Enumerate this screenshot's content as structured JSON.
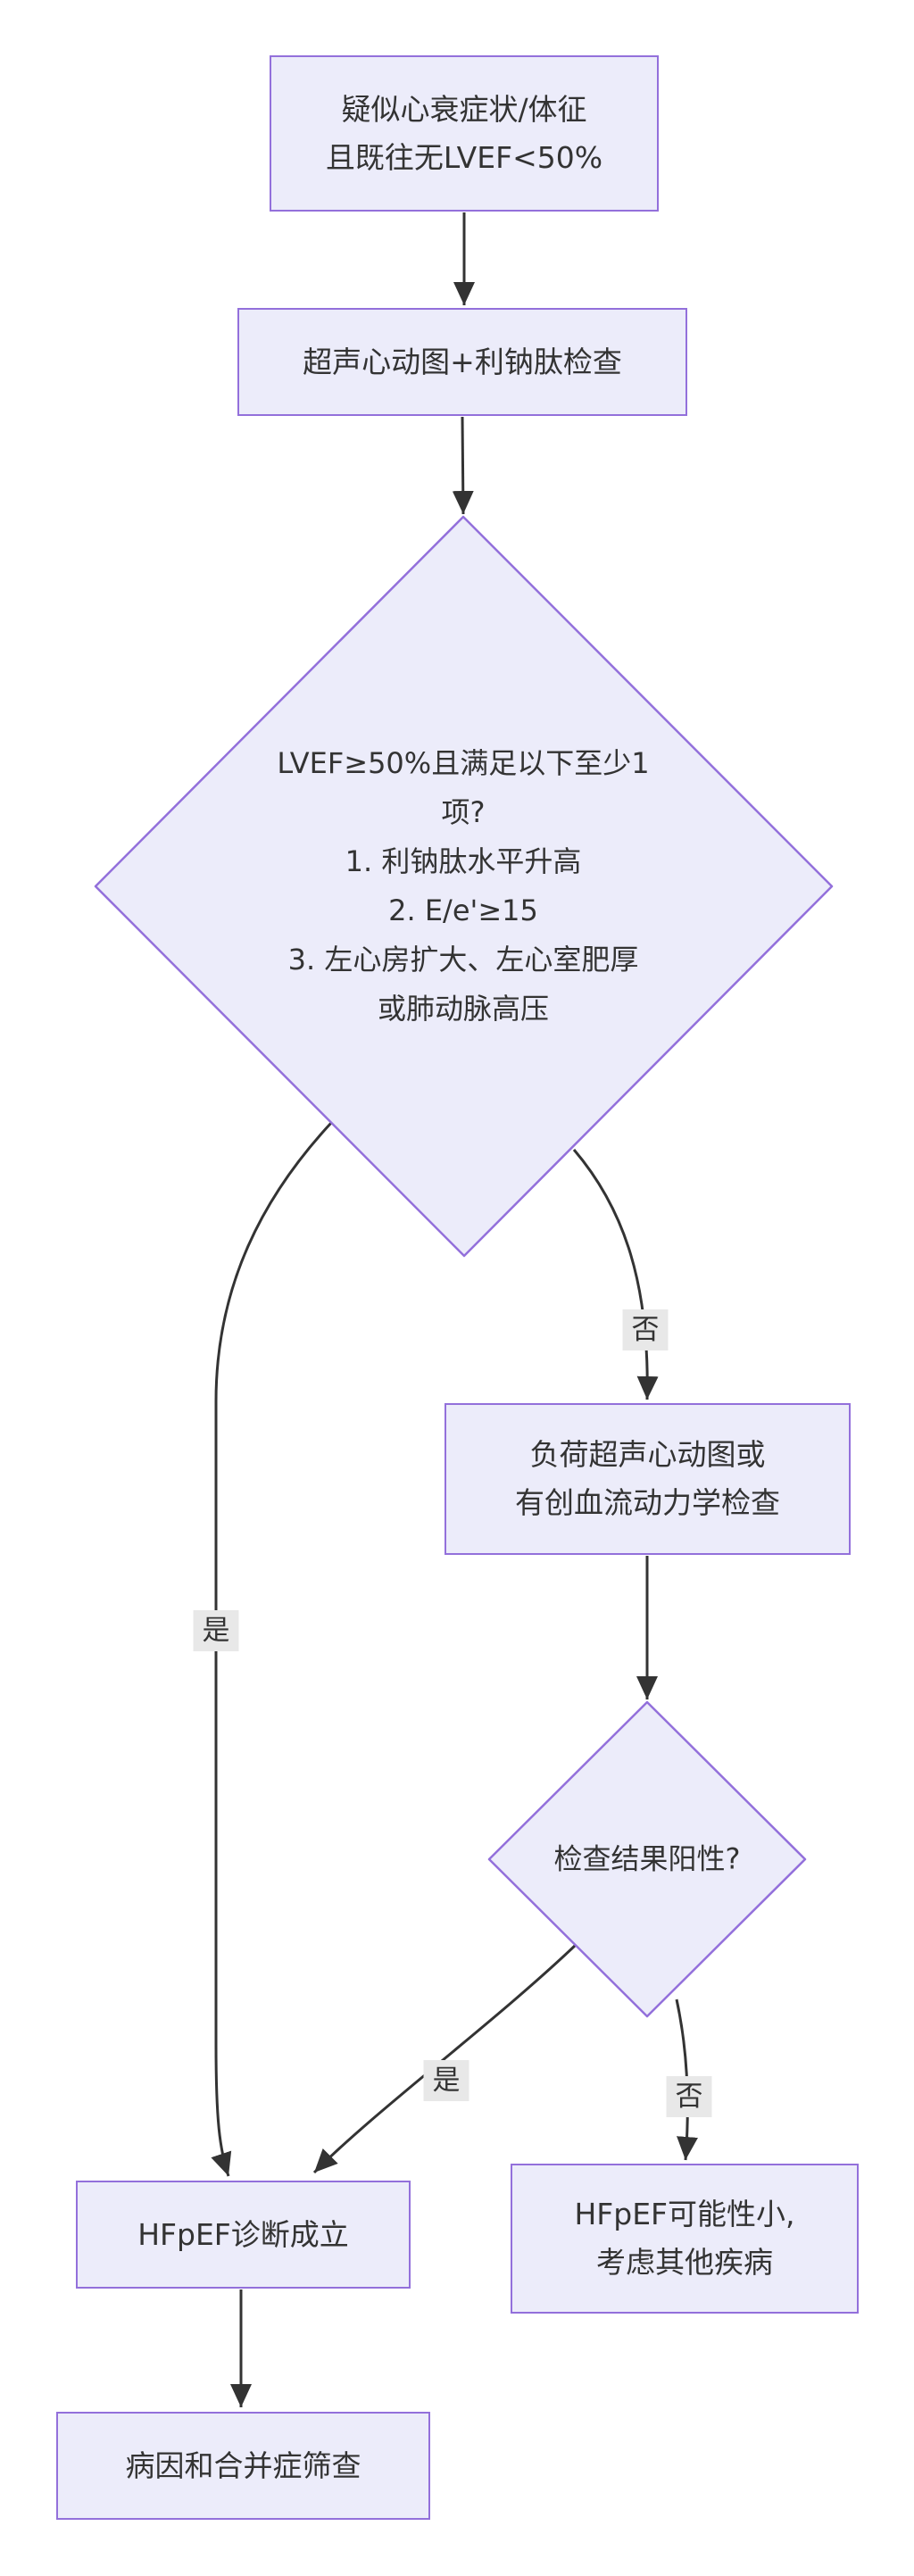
{
  "style": {
    "page_bg": "#ffffff",
    "node_fill": "#ececfa",
    "node_border": "#9370db",
    "text_color": "#333333",
    "edge_color": "#333333",
    "label_bg": "#e8e8e8"
  },
  "nodes": {
    "suspected": {
      "lines": [
        "疑似心衰症状/体征",
        "且既往无LVEF<50%"
      ]
    },
    "echo_bnp": {
      "lines": [
        "超声心动图+利钠肽检查"
      ]
    },
    "lvef_decision": {
      "lines": [
        "LVEF≥50%且满足以下至少1",
        "项?",
        "1. 利钠肽水平升高",
        "2. E/e'≥15",
        "3. 左心房扩大、左心室肥厚",
        "或肺动脉高压"
      ]
    },
    "stress_echo": {
      "lines": [
        "负荷超声心动图或",
        "有创血流动力学检查"
      ]
    },
    "test_positive_decision": {
      "lines": [
        "检查结果阳性?"
      ]
    },
    "hfpef_confirmed": {
      "lines": [
        "HFpEF诊断成立"
      ]
    },
    "hfpef_unlikely": {
      "lines": [
        "HFpEF可能性小,",
        "考虑其他疾病"
      ]
    },
    "etiology_screening": {
      "lines": [
        "病因和合并症筛查"
      ]
    }
  },
  "edge_labels": {
    "lvef_no": "否",
    "lvef_yes": "是",
    "test_yes": "是",
    "test_no": "否"
  }
}
